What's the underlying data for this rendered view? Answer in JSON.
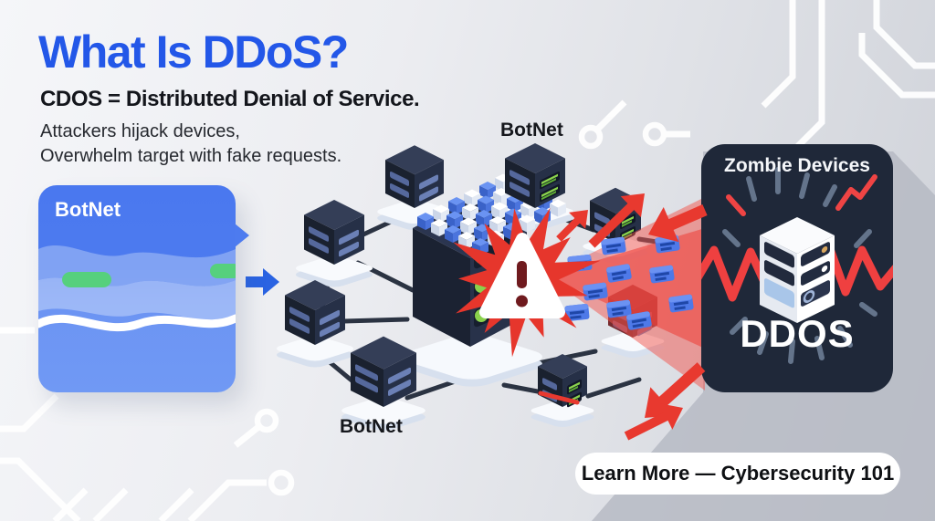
{
  "infographic": {
    "title": "What Is DDoS?",
    "subtitle": "CDOS = Distributed Denial of Service.",
    "description": [
      "Attackers hijack devices,",
      "Overwhelm target with fake requests."
    ]
  },
  "botnet_card": {
    "label": "BotNet"
  },
  "network": {
    "label_top": "BotNet",
    "label_bottom": "BotNet"
  },
  "zombie_panel": {
    "title": "Zombie Devices",
    "label": "DDOS"
  },
  "cta": {
    "label": "Learn More — Cybersecurity 101"
  },
  "colors": {
    "accent_blue": "#2357e8",
    "card_blue": "#4d7bef",
    "alert_red": "#e8392f",
    "panel_navy": "#1f2839",
    "led_green": "#8ad24c",
    "pill_green": "#56d07d",
    "trace_white": "#ffffff"
  }
}
